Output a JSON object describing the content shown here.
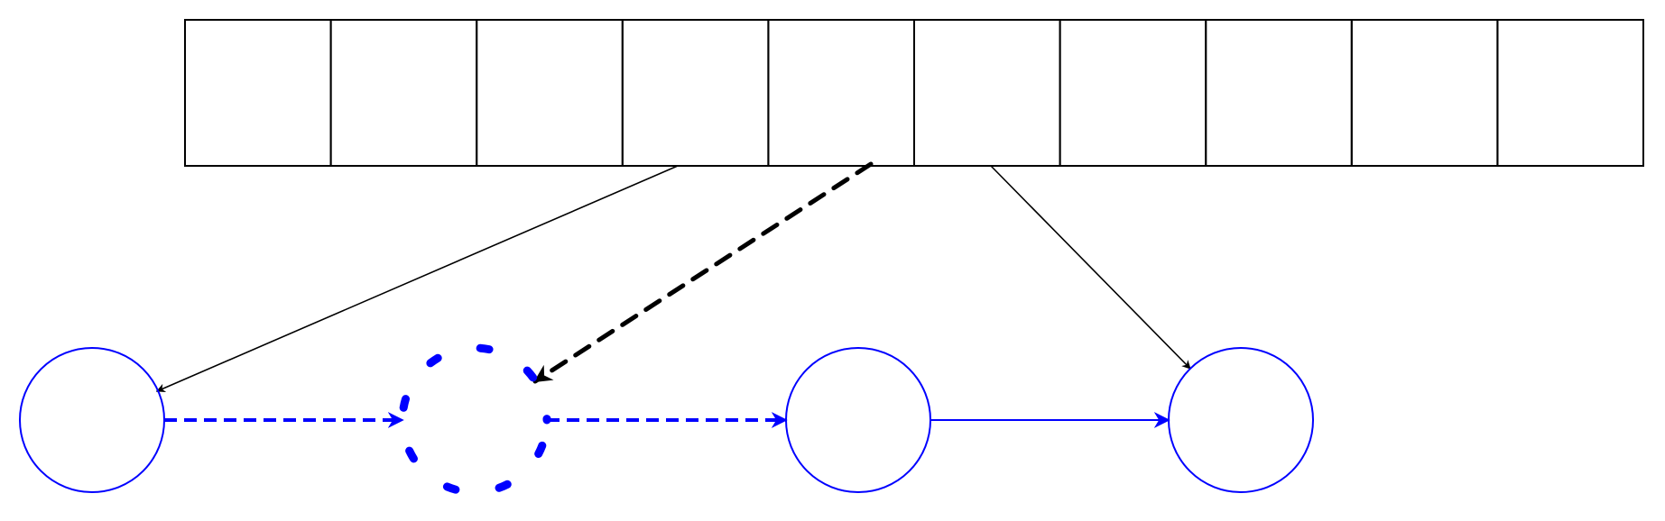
{
  "diagram": {
    "array": {
      "cell_count": 10
    },
    "nodes": [
      {
        "id": "node-1",
        "style": "solid"
      },
      {
        "id": "node-2",
        "style": "dotted"
      },
      {
        "id": "node-3",
        "style": "solid"
      },
      {
        "id": "node-4",
        "style": "solid"
      }
    ],
    "pointer_arrows": [
      {
        "from_cell": 4,
        "to_node": "node-1",
        "style": "solid"
      },
      {
        "from_cell": 5,
        "to_node": "node-2",
        "style": "dashed"
      },
      {
        "from_cell": 6,
        "to_node": "node-4",
        "style": "solid"
      }
    ],
    "chain_arrows": [
      {
        "from_node": "node-1",
        "to_node": "node-2",
        "style": "dashed"
      },
      {
        "from_node": "node-2",
        "to_node": "node-3",
        "style": "dashed"
      },
      {
        "from_node": "node-3",
        "to_node": "node-4",
        "style": "solid"
      }
    ],
    "colors": {
      "array_stroke": "#000000",
      "node_stroke": "#0000ff",
      "pointer_arrow": "#000000",
      "chain_arrow": "#0000ff",
      "background": "#ffffff"
    }
  }
}
